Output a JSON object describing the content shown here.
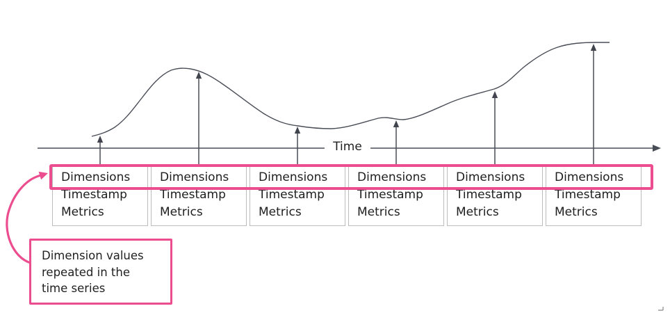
{
  "diagram": {
    "axis": {
      "label": "Time"
    },
    "record_box": {
      "line1": "Dimensions",
      "line2": "Timestamp",
      "line3": "Metrics"
    },
    "record_box_count": 6,
    "callout": {
      "lines": [
        "Dimension values",
        "repeated in the",
        "time series"
      ]
    },
    "colors": {
      "highlight_pink": "#EC4D8F",
      "line_gray": "#494D56",
      "box_border_gray": "#BCBCBC",
      "text_dark": "#1E1E1E"
    }
  }
}
